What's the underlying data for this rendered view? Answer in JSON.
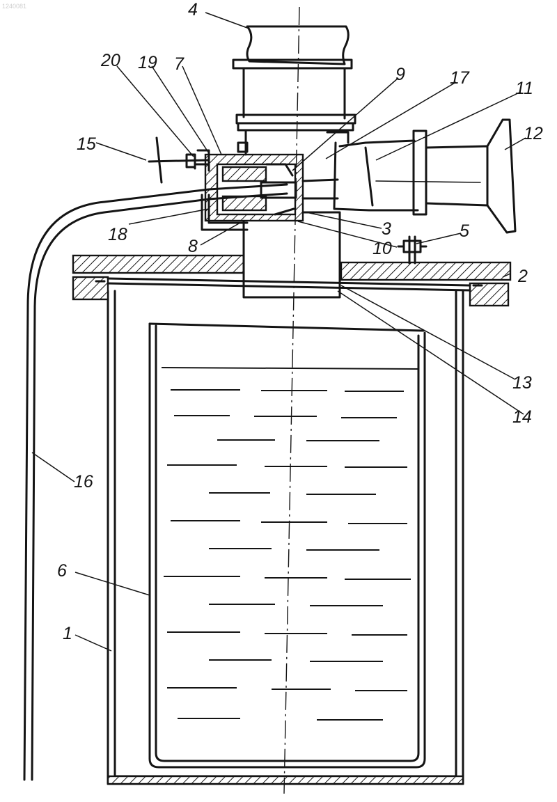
{
  "watermark": "1240081",
  "labels": {
    "l1": "1",
    "l2": "2",
    "l3": "3",
    "l4": "4",
    "l5": "5",
    "l6": "6",
    "l7": "7",
    "l8": "8",
    "l9": "9",
    "l10": "10",
    "l11": "11",
    "l12": "12",
    "l13": "13",
    "l14": "14",
    "l15": "15",
    "l16": "16",
    "l17": "17",
    "l18": "18",
    "l19": "19",
    "l20": "20"
  }
}
